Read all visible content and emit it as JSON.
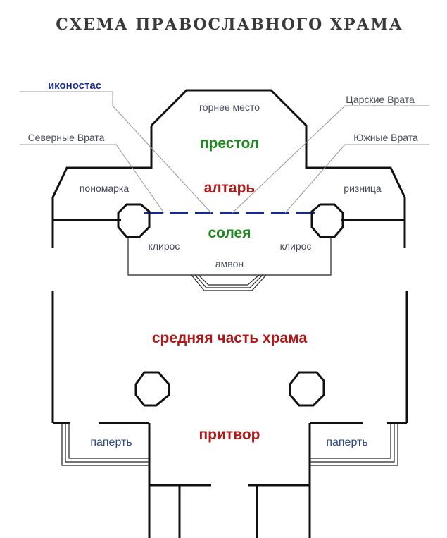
{
  "title": "СХЕМА ПРАВОСЛАВНОГО ХРАМА",
  "colors": {
    "walls": "#111111",
    "pointer_lines": "#999999",
    "iconostasis": "#1a2a8a",
    "green": "#1e8a1e",
    "red": "#b01818",
    "gray_text": "#444a5a",
    "blue_text": "#2a4a8a"
  },
  "labels": {
    "iconostas": "иконостас",
    "gornee_mesto": "горнее место",
    "tsarskie_vrata": "Царские Врата",
    "severnye_vrata": "Северные Врата",
    "yuzhnye_vrata": "Южные Врата",
    "prestol": "престол",
    "altar": "алтарь",
    "ponomarka": "пономарка",
    "riznitsa": "ризница",
    "soleya": "солея",
    "kliros_left": "клирос",
    "kliros_right": "клирос",
    "ambon": "амвон",
    "srednyaya_chast": "средняя часть храма",
    "pritvor": "притвор",
    "papert_left": "паперть",
    "papert_right": "паперть"
  }
}
